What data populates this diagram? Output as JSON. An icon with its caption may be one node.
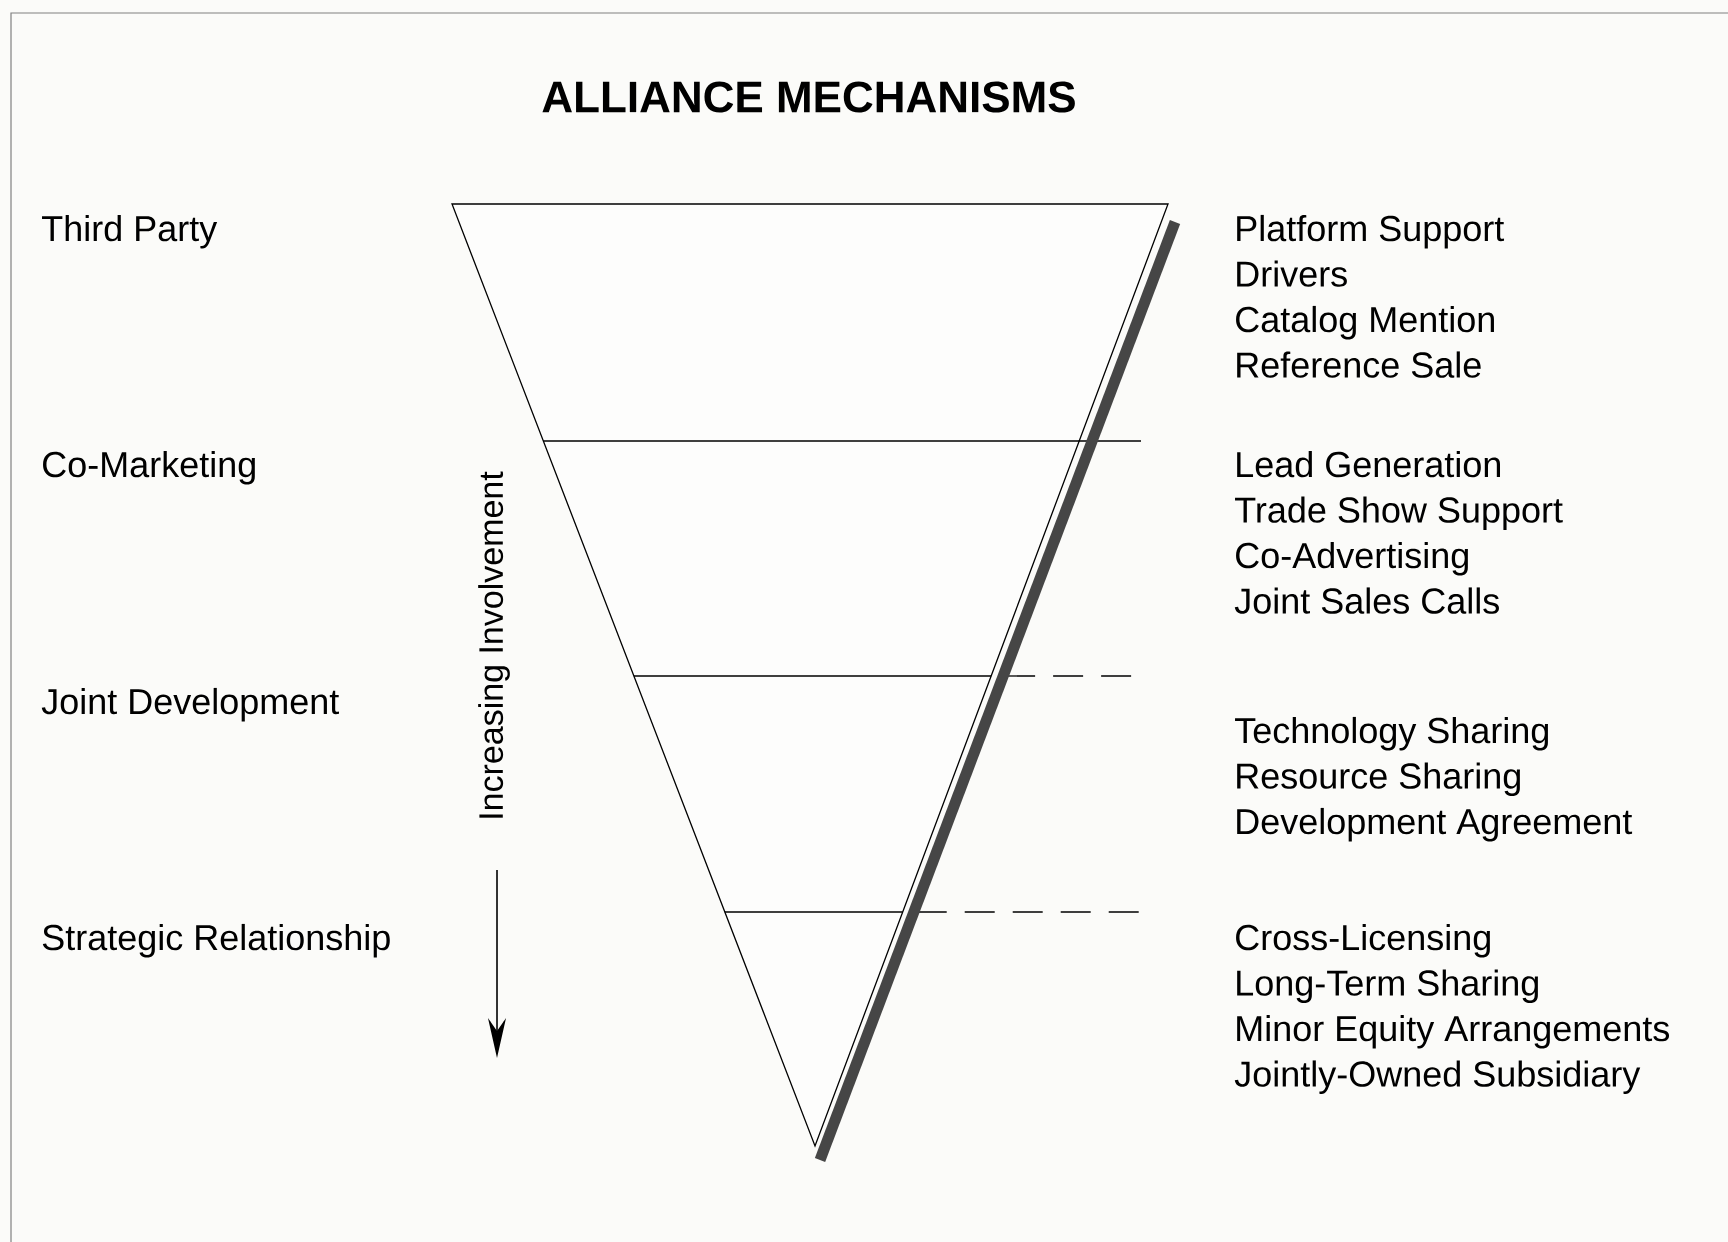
{
  "diagram": {
    "title": "ALLIANCE MECHANISMS",
    "labels": [
      "Third Party",
      "Platform Support",
      "Drivers",
      "Catalog Mention",
      "Reference Sale",
      "Co-Marketing",
      "Lead Generation",
      "Trade Show Support",
      "Co-Advertising",
      "Joint Sales Calls",
      "Joint Development",
      "Technology Sharing",
      "Resource Sharing",
      "Development Agreement",
      "Strategic Relationship",
      "Cross-Licensing",
      "Long-Term Sharing",
      "Minor Equity Arrangements",
      "Jointly-Owned Subsidiary",
      "Increasing Involvement"
    ]
  }
}
